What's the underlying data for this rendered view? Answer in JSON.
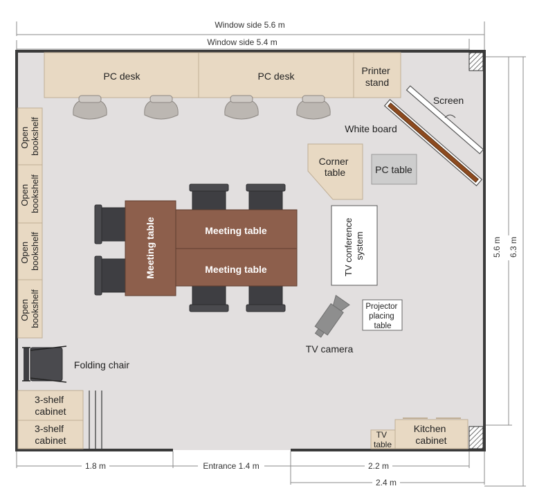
{
  "dimensions": {
    "window_side_outer": "Window side 5.6 m",
    "window_side_inner": "Window side 5.4 m",
    "height_inner": "5.6 m",
    "height_outer": "6.3 m",
    "bottom_left": "1.8 m",
    "entrance": "Entrance 1.4 m",
    "bottom_right_inner": "2.2 m",
    "bottom_right_outer": "2.4 m"
  },
  "furniture": {
    "pc_desk_1": "PC desk",
    "pc_desk_2": "PC desk",
    "printer_stand": [
      "Printer",
      "stand"
    ],
    "screen": "Screen",
    "white_board": "White board",
    "corner_table": [
      "Corner",
      "table"
    ],
    "pc_table": "PC table",
    "bookshelf_1": [
      "Open",
      "bookshelf"
    ],
    "bookshelf_2": [
      "Open",
      "bookshelf"
    ],
    "bookshelf_3": [
      "Open",
      "bookshelf"
    ],
    "bookshelf_4": [
      "Open",
      "bookshelf"
    ],
    "meeting_table_vertical": "Meeting table",
    "meeting_table_top": "Meeting table",
    "meeting_table_bottom": "Meeting table",
    "tv_conference": [
      "TV conference",
      "system"
    ],
    "projector": [
      "Projector",
      "placing",
      "table"
    ],
    "tv_camera": "TV camera",
    "folding_chair": "Folding chair",
    "cabinet_1": [
      "3-shelf",
      "cabinet"
    ],
    "cabinet_2": [
      "3-shelf",
      "cabinet"
    ],
    "tv_table": [
      "TV",
      "table"
    ],
    "kitchen_cabinet": [
      "Kitchen",
      "cabinet"
    ]
  },
  "colors": {
    "floor": "#e2dfdf",
    "wall": "#3a3a3a",
    "desk": "#e8d9c3",
    "wood_dark": "#8d5f4c",
    "chair": "#4a4a4e",
    "pc_table": "#cdcdcd",
    "dim_line": "#888888"
  }
}
